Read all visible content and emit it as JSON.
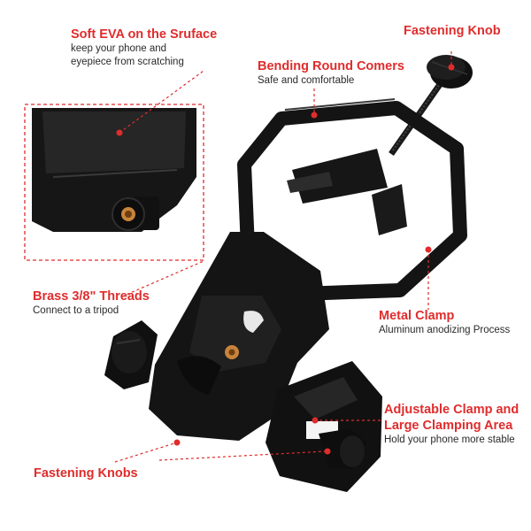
{
  "colors": {
    "accent": "#e02c2c",
    "body": "#121212",
    "highlight": "#3a3a3a",
    "brass": "#c8843a",
    "background": "#ffffff"
  },
  "callouts": {
    "soft_eva": {
      "title": "Soft EVA on the Sruface",
      "desc_line1": "keep your phone and",
      "desc_line2": "eyepiece from scratching"
    },
    "fastening_knob": {
      "title": "Fastening Knob"
    },
    "bending_corners": {
      "title": "Bending Round Comers",
      "desc": "Safe and comfortable"
    },
    "brass_threads": {
      "title": "Brass 3/8\" Threads",
      "desc": "Connect to a tripod"
    },
    "metal_clamp": {
      "title": "Metal Clamp",
      "desc": "Aluminum anodizing Process"
    },
    "adjustable_clamp": {
      "title_line1": "Adjustable Clamp and",
      "title_line2": "Large Clamping Area",
      "desc": "Hold your phone more stable"
    },
    "fastening_knobs": {
      "title": "Fastening Knobs"
    }
  }
}
